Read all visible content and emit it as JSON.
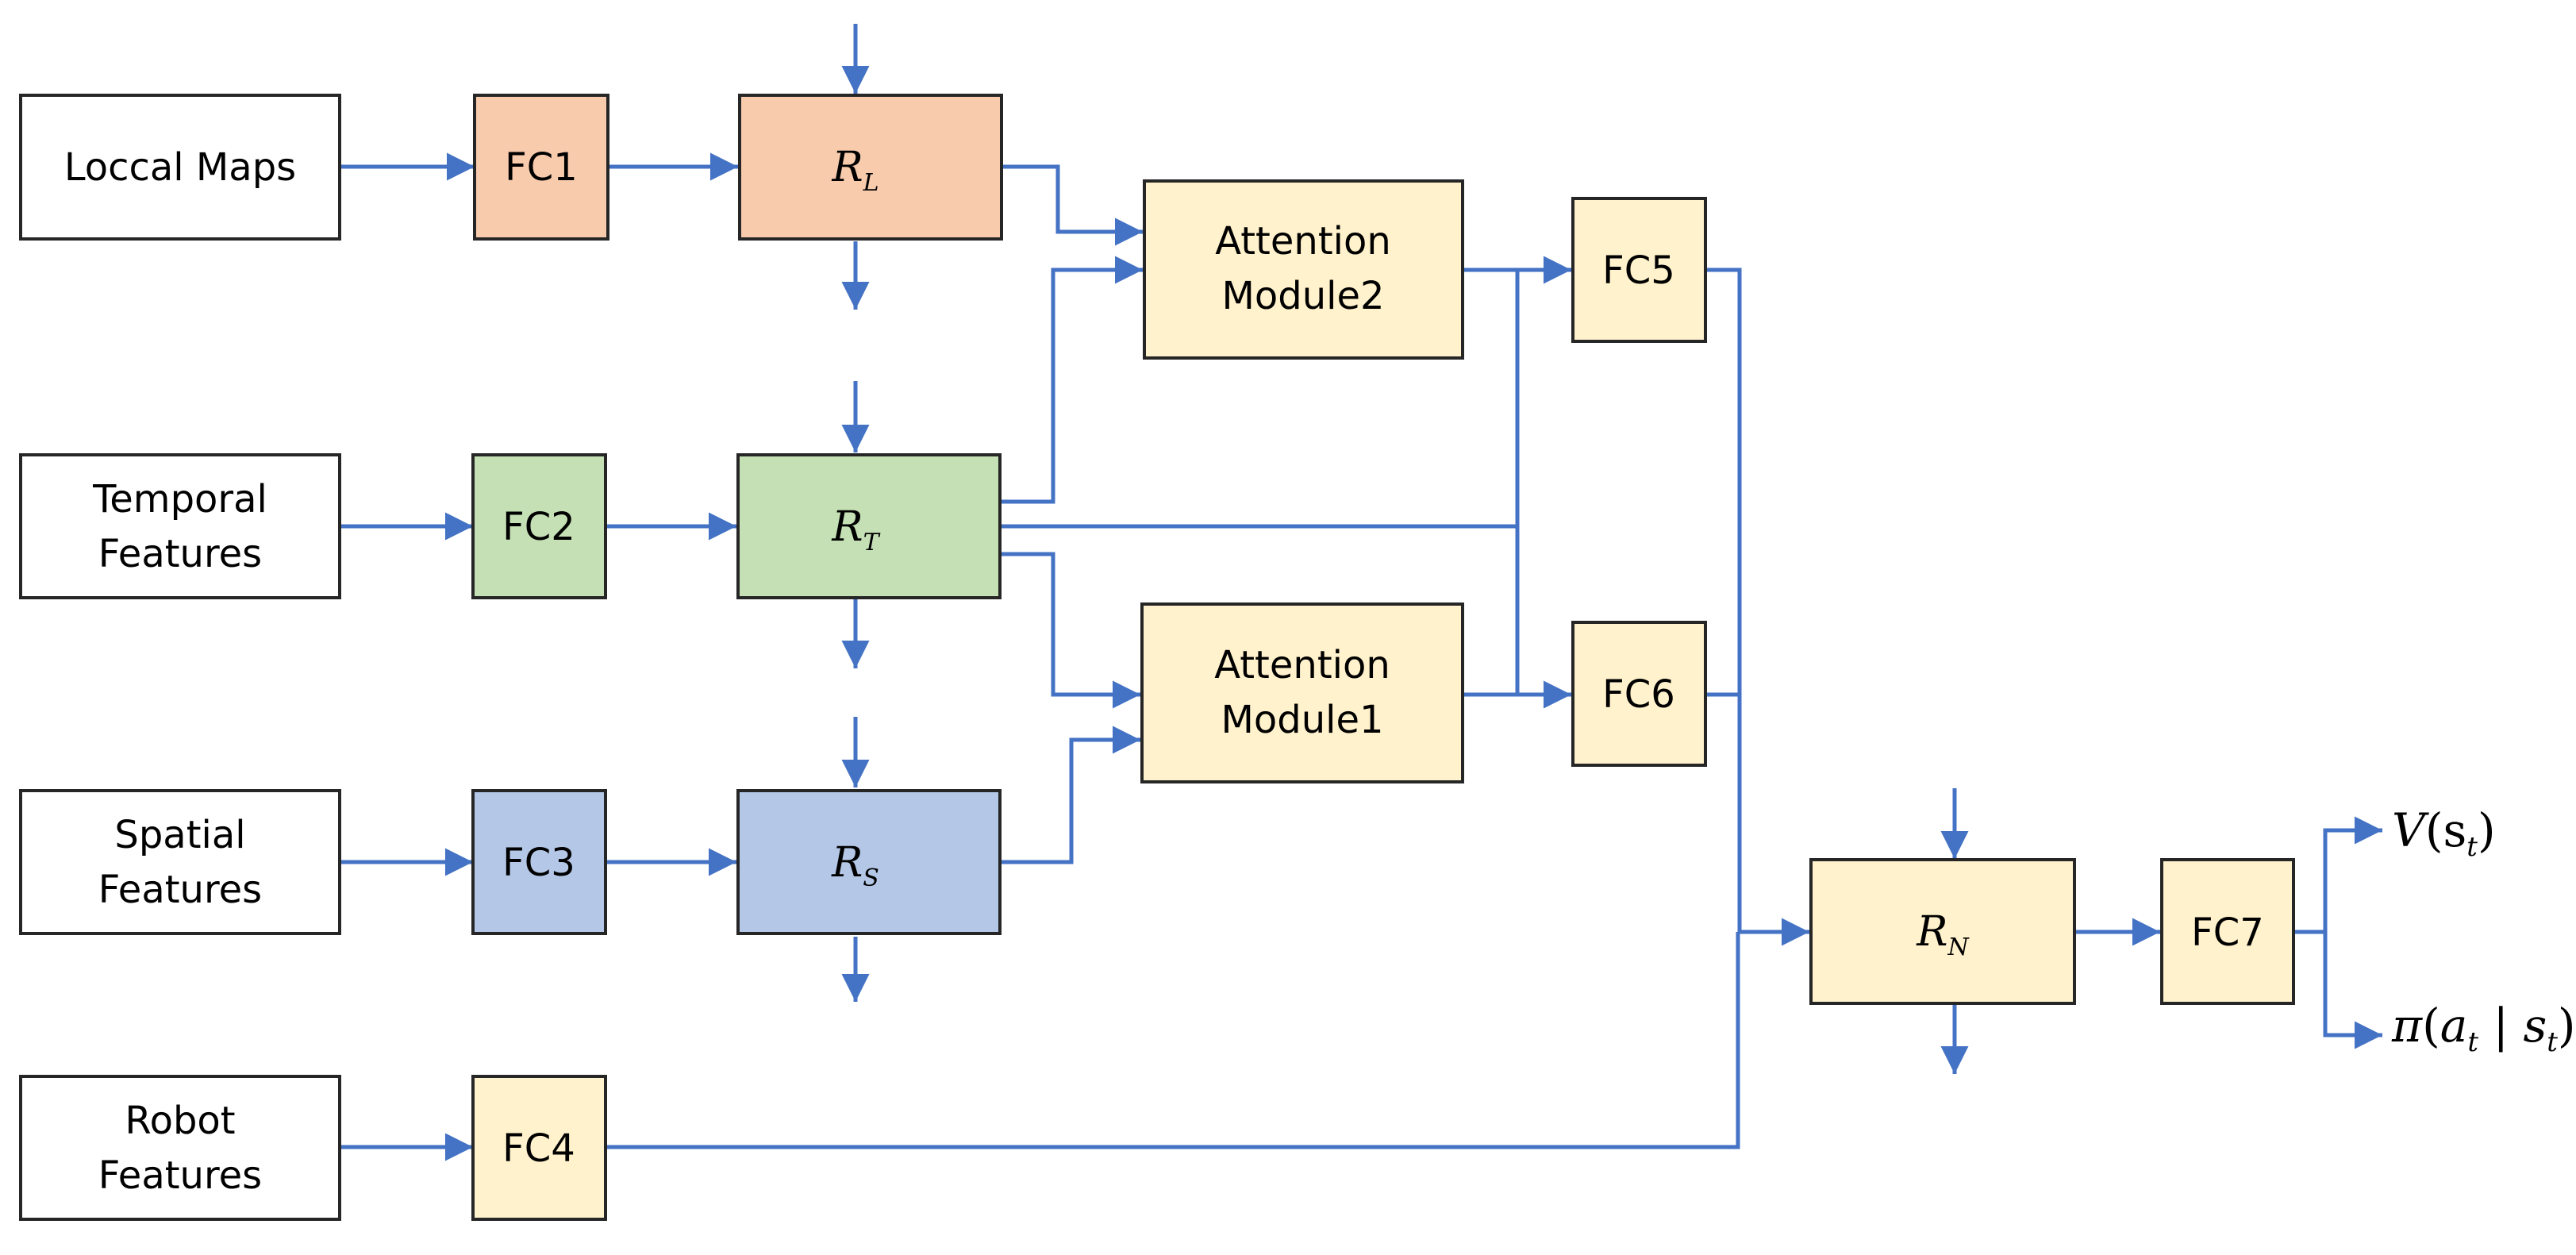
{
  "colors": {
    "white": "#ffffff",
    "orange": "#f8cbad",
    "green": "#c5e0b4",
    "blue": "#b4c7e7",
    "yellow": "#fff2cc",
    "wire": "#4472c4",
    "border": "#262626"
  },
  "inputs": {
    "local_maps": [
      "Loccal Maps"
    ],
    "temporal": [
      "Temporal",
      "Features"
    ],
    "spatial": [
      "Spatial",
      "Features"
    ],
    "robot": [
      "Robot",
      "Features"
    ]
  },
  "fc": {
    "fc1": "FC1",
    "fc2": "FC2",
    "fc3": "FC3",
    "fc4": "FC4",
    "fc5": "FC5",
    "fc6": "FC6",
    "fc7": "FC7"
  },
  "recurrent": {
    "rl": {
      "base": "R",
      "sub": "L"
    },
    "rt": {
      "base": "R",
      "sub": "T"
    },
    "rs": {
      "base": "R",
      "sub": "S"
    },
    "rn": {
      "base": "R",
      "sub": "N"
    }
  },
  "attention": {
    "module2": [
      "Attention",
      "Module2"
    ],
    "module1": [
      "Attention",
      "Module1"
    ]
  },
  "outputs": {
    "value": {
      "func": "V",
      "open": "(",
      "arg": "s",
      "arg_sub": "t",
      "close": ")"
    },
    "policy": {
      "func": "π",
      "open": "(",
      "a": "a",
      "a_sub": "t",
      "bar": " | ",
      "s": "s",
      "s_sub": "t",
      "close": ")"
    }
  }
}
